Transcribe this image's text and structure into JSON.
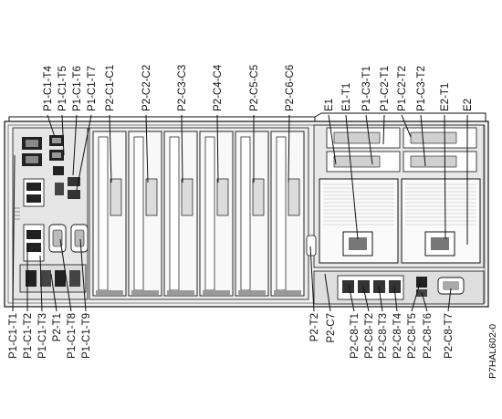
{
  "top_labels": [
    "P1-C1-T4",
    "P1-C1-T5",
    "P1-C1-T6",
    "P1-C1-T7",
    "P2-C1-C1",
    "P2-C2-C2",
    "P2-C3-C3",
    "P2-C4-C4",
    "P2-C5-C5",
    "P2-C6-C6",
    "E1",
    "E1-T1",
    "P1-C3-T1",
    "P1-C2-T1",
    "P1-C2-T2",
    "P1-C3-T2",
    "E2-T1",
    "E2"
  ],
  "bottom_labels": [
    "P1-C1-T1",
    "P1-C1-T2",
    "P1-C1-T3",
    "P2-T1",
    "P1-C1-T8",
    "P1-C1-T9",
    "P2-T2",
    "P2-C7",
    "P2-C8-T1",
    "P2-C8-T2",
    "P2-C8-T3",
    "P2-C8-T4",
    "P2-C8-T5",
    "P2-C8-T6",
    "P2-C8-T7"
  ],
  "figure_code": "P7HAL602-0"
}
